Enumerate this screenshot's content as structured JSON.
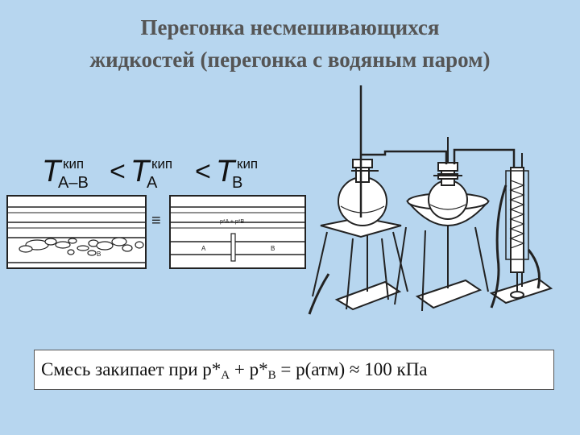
{
  "title": {
    "line1": "Перегонка несмешивающихся",
    "line2": "жидкостей (перегонка с водяным паром)"
  },
  "formula": {
    "t1": "T",
    "t1_sup": "кип",
    "t1_sub": "A–B",
    "lt1": "<",
    "t2": "T",
    "t2_sup": "кип",
    "t2_sub": "A",
    "lt2": "<",
    "t3": "T",
    "t3_sup": "кип",
    "t3_sub": "B"
  },
  "diagram": {
    "equiv_sign": "≡",
    "left_label": "B",
    "right_label_a": "A",
    "right_label_b": "B",
    "pressure_label": "p*A + p*B"
  },
  "equation": {
    "prefix": "Смесь закипает при p*",
    "sub_a": "A",
    "mid": " + p*",
    "sub_b": "B",
    "suffix": " = p(атм) ≈ 100 кПа"
  },
  "colors": {
    "background": "#b7d6ef",
    "title": "#555555",
    "line": "#222222"
  }
}
